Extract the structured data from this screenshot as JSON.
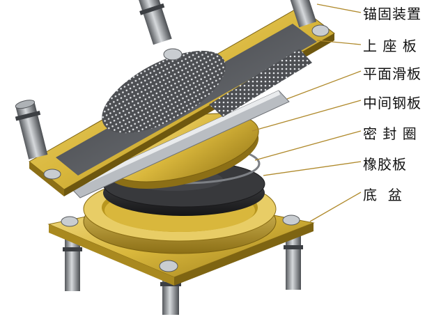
{
  "labels": {
    "anchor": "锚固装置",
    "top_plate": "上 座 板",
    "slide_plate": "平面滑板",
    "middle_plate": "中间钢板",
    "seal_ring": "密 封 圈",
    "rubber_plate": "橡胶板",
    "bottom_pot": "底  盆"
  },
  "colors": {
    "brass": "#d9b73c",
    "brass_light": "#f3de8a",
    "brass_dark": "#9c7d1a",
    "steel": "#6d7075",
    "steel_light": "#c9cdd1",
    "rubber": "#2a2a2c",
    "leader": "#b08a2c"
  }
}
